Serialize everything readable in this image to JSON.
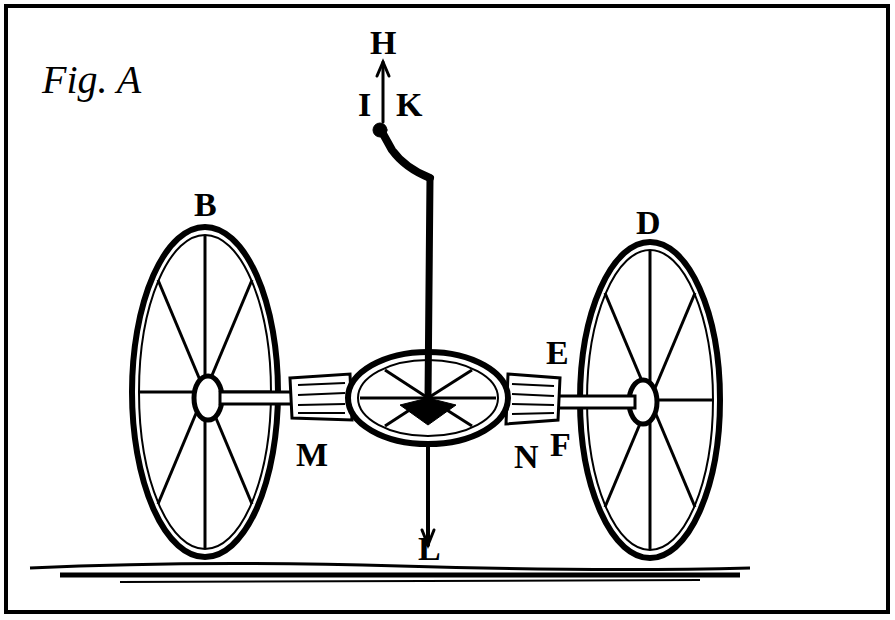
{
  "diagram": {
    "title": "Fig. A",
    "labels": [
      "H",
      "I",
      "K",
      "B",
      "D",
      "E",
      "M",
      "N",
      "F",
      "L"
    ]
  }
}
